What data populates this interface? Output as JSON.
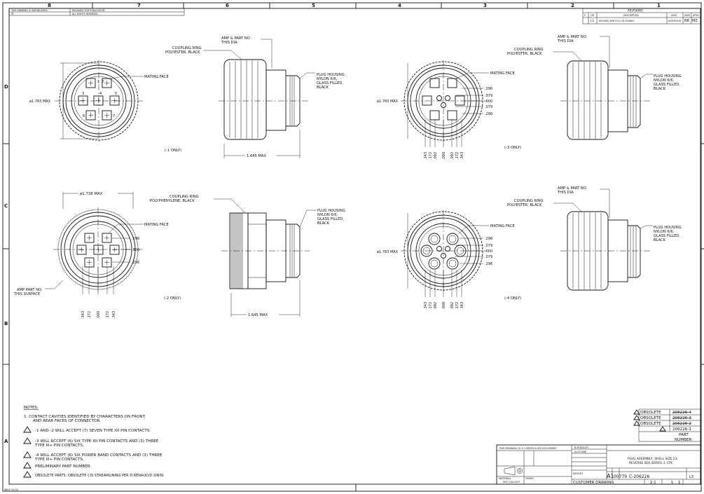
{
  "frame": {
    "top_zones": [
      "8",
      "7",
      "6",
      "5",
      "4",
      "3",
      "2",
      "1"
    ],
    "side_zones": [
      "D",
      "C",
      "B",
      "A"
    ],
    "top_note_1": "THIS DRAWING IS UNPUBLISHED",
    "top_note_2": "RELEASED FOR PUBLICATION",
    "top_note_3": "ALL RIGHTS RESERVED",
    "copyright": "©",
    "form_number": "4805 (3/13)"
  },
  "revisions": {
    "title": "REVISIONS",
    "headers": [
      "P",
      "LTR",
      "DESCRIPTION",
      "DATE",
      "DWN",
      "APVD"
    ],
    "row": {
      "ltr": "L3",
      "desc": "REVISED PER ECO-16-004800",
      "date": "10SEP2016",
      "dwn": "NK",
      "apvd": "MZ"
    }
  },
  "views": {
    "v1": {
      "diameter": "ø1.783 MAX",
      "mating_face": "MATING FACE",
      "only": "(-1 ONLY)",
      "cavities": [
        "1",
        "2",
        "3",
        "4",
        "5",
        "6",
        "7"
      ]
    },
    "v1s": {
      "amp_part": "AMP & PART NO",
      "amp_part2": "THIS DIA",
      "ring1": "COUPLING RING",
      "ring2": "POLYESTER, BLACK",
      "plug1": "PLUG HOUSING",
      "plug2": "NYLON 6/6,",
      "plug3": "GLASS FILLED,",
      "plug4": "BLACK",
      "length": "1.645 MAX"
    },
    "v3": {
      "diameter": "ø1.783 MAX",
      "mating_face": "MATING FACE",
      "only": "(-3 ONLY)",
      "right_dims": [
        ".296",
        ".079",
        ".000",
        ".079",
        ".296"
      ],
      "bottom_dims": [
        ".343",
        ".172",
        ".092",
        ".000",
        ".092",
        ".172",
        ".343"
      ]
    },
    "v3s": {
      "amp_part": "AMP & PART NO",
      "amp_part2": "THIS DIA",
      "ring1": "COUPLING RING",
      "ring2": "POLYESTER, BLACK",
      "plug1": "PLUG HOUSING",
      "plug2": "NYLON 6/6,",
      "plug3": "GLASS FILLED,",
      "plug4": "BLACK"
    },
    "v2": {
      "diameter": "ø1.738 MAX",
      "mating_face": "MATING FACE",
      "only": "(-2 ONLY)",
      "amp_surface1": "AMP PART NO",
      "amp_surface2": "THIS SURFACE",
      "right_dims": [
        ".296",
        ".000",
        ".296"
      ],
      "bottom_dims": [
        ".343",
        ".172",
        ".000",
        ".172",
        ".343"
      ]
    },
    "v2s": {
      "ring1": "COUPLING RING",
      "ring2": "POLYPHENYLENE, BLACK",
      "plug1": "PLUG HOUSING",
      "plug2": "NYLON 6/6,",
      "plug3": "GLASS FILLED,",
      "plug4": "BLACK",
      "length": "1.645 MAX"
    },
    "v4": {
      "diameter": "ø1.783 MAX",
      "mating_face": "MATING FACE",
      "only": "(-4 ONLY)",
      "right_dims": [
        ".296",
        ".079",
        ".000",
        ".079",
        ".296"
      ],
      "bottom_dims": [
        ".343",
        ".172",
        ".092",
        ".000",
        ".092",
        ".172",
        ".343"
      ]
    },
    "v4s": {
      "amp_part": "AMP & PART NO",
      "amp_part2": "THIS DIA",
      "ring1": "COUPLING RING",
      "ring2": "POLYESTER, BLACK",
      "plug1": "PLUG HOUSING",
      "plug2": "NYLON 6/6,",
      "plug3": "GLASS FILLED,",
      "plug4": "BLACK"
    }
  },
  "notes": {
    "heading": "NOTES:",
    "n1a": "1.  CONTACT CAVITIES IDENTIFIED BY CHARACTERS ON FRONT",
    "n1b": "AND REAR FACES OF CONNECTOR.",
    "n2": "-1 AND -2 WILL ACCEPT (7) SEVEN TYPE XII PIN CONTACTS.",
    "n3a": "-3 WILL ACCEPT (6) SIX TYPE XII PIN CONTACTS AND (3) THREE",
    "n3b": "TYPE III+ PIN CONTACTS.",
    "n4a": "-4 WILL ACCEPT (6) SIX POWER BAND CONTACTS AND (3) THREE",
    "n4b": "TYPE III+ PIN CONTACTS.",
    "n5": "PRELIMINARY PART NUMBER.",
    "n6": "OBSOLETE PARTS: OBSOLETE CIS STREAMLINING PER D.RENAUD/D.SINISI"
  },
  "part_table": {
    "rows": [
      {
        "status": "OBSOLETE",
        "number": "206226-4"
      },
      {
        "status": "OBSOLETE",
        "number": "206226-3"
      },
      {
        "status": "OBSOLETE",
        "number": "206226-2"
      },
      {
        "status": "",
        "number": "206226-1"
      }
    ],
    "header1": "PART",
    "header2": "NUMBER"
  },
  "title_block": {
    "controlled": "THIS DRAWING IS A CONTROLLED DOCUMENT.",
    "dwn_name": "B.RIDGLEY",
    "chk_name": "D.STONE",
    "title1": "PLUG ASSEMBLY, SHELL SIZE 23,",
    "title2": "REVERSE SEX,SERIES 3, CPC",
    "size": "A1",
    "cage": "00779",
    "dwg_no": "C-206226",
    "scale": "2:1",
    "sheet": "1",
    "of": "1",
    "rev": "L3",
    "customer": "CUSTOMER DRAWING",
    "material_label": "MATERIAL",
    "material": "SEE CALLOUT",
    "finish_label": "FINISH",
    "finish": "-",
    "weight_label": "WEIGHT",
    "weight": "-"
  }
}
